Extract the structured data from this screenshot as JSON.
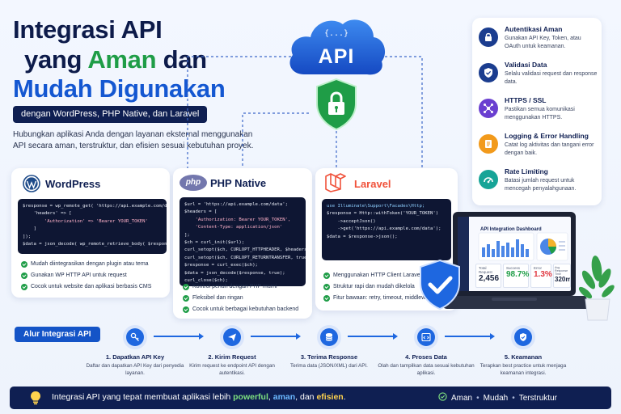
{
  "headline": {
    "line1": "Integrasi API",
    "line2_a": "yang",
    "line2_b": "Aman",
    "line2_c": "dan",
    "line3": "Mudah Digunakan",
    "tagline": "dengan WordPress, PHP Native, dan Laravel",
    "intro": "Hubungkan aplikasi Anda dengan layanan eksternal menggunakan API secara aman, terstruktur, dan efisien sesuai kebutuhan proyek."
  },
  "cloud": {
    "code": "{...}",
    "label": "API"
  },
  "features": [
    {
      "title": "Autentikasi Aman",
      "desc": "Gunakan API Key, Token, atau OAuth untuk keamanan.",
      "icon": "lock-icon"
    },
    {
      "title": "Validasi Data",
      "desc": "Selalu validasi request dan response data.",
      "icon": "shield-check-icon"
    },
    {
      "title": "HTTPS / SSL",
      "desc": "Pastikan semua komunikasi menggunakan HTTPS.",
      "icon": "network-icon"
    },
    {
      "title": "Logging & Error Handling",
      "desc": "Catat log aktivitas dan tangani error dengan baik.",
      "icon": "log-icon"
    },
    {
      "title": "Rate Limiting",
      "desc": "Batasi jumlah request untuk mencegah penyalahgunaan.",
      "icon": "gauge-icon"
    }
  ],
  "wordpress": {
    "title": "WordPress",
    "code": [
      "$response = wp_remote_get( 'https://api.example.com/data', [",
      "    'headers' => [",
      "        'Authorization' => 'Bearer YOUR_TOKEN'",
      "    ]",
      "]);",
      "$data = json_decode( wp_remote_retrieve_body( $response ), true);"
    ],
    "bullets": [
      "Mudah diintegrasikan dengan plugin atau tema",
      "Gunakan WP HTTP API untuk request",
      "Cocok untuk website dan aplikasi berbasis CMS"
    ]
  },
  "php": {
    "logo": "php",
    "title": "PHP Native",
    "code": [
      "$url = 'https://api.example.com/data';",
      "$headers = [",
      "    'Authorization: Bearer YOUR_TOKEN',",
      "    'Content-Type: application/json'",
      "];",
      "$ch = curl_init($url);",
      "curl_setopt($ch, CURLOPT_HTTPHEADER, $headers);",
      "curl_setopt($ch, CURLOPT_RETURNTRANSFER, true);",
      "$response = curl_exec($ch);",
      "$data = json_decode($response, true);",
      "curl_close($ch);"
    ],
    "bullets": [
      "Kontrol penuh dengan PHP murni",
      "Fleksibel dan ringan",
      "Cocok untuk berbagai kebutuhan backend"
    ]
  },
  "laravel": {
    "title": "Laravel",
    "code": [
      "use Illuminate\\Support\\Facades\\Http;",
      "",
      "$response = Http::withToken('YOUR_TOKEN')",
      "    ->acceptJson()",
      "    ->get('https://api.example.com/data');",
      "",
      "$data = $response->json();"
    ],
    "bullets": [
      "Menggunakan HTTP Client Laravel",
      "Struktur rapi dan mudah dikelola",
      "Fitur bawaan: retry, timeout, middleware"
    ]
  },
  "dashboard": {
    "title": "API Integration Dashboard",
    "stats": [
      {
        "label": "Total Request",
        "value": "2,456",
        "color": "#1b2540"
      },
      {
        "label": "Success",
        "value": "98.7%",
        "color": "#1f9d47"
      },
      {
        "label": "Error",
        "value": "1.3%",
        "color": "#e0363e"
      },
      {
        "label": "Avg Response Time",
        "value": "320ms",
        "color": "#1b2540"
      }
    ]
  },
  "flow": {
    "label": "Alur Integrasi API",
    "steps": [
      {
        "title": "1. Dapatkan API Key",
        "desc": "Daftar dan dapatkan API Key dari penyedia layanan.",
        "icon": "key-icon"
      },
      {
        "title": "2. Kirim Request",
        "desc": "Kirim request ke endpoint API dengan autentikasi.",
        "icon": "send-icon"
      },
      {
        "title": "3. Terima Response",
        "desc": "Terima data (JSON/XML) dari API.",
        "icon": "database-icon"
      },
      {
        "title": "4. Proses Data",
        "desc": "Olah dan tampilkan data sesuai kebutuhan aplikasi.",
        "icon": "code-window-icon"
      },
      {
        "title": "5. Keamanan",
        "desc": "Terapkan best practice untuk menjaga keamanan integrasi.",
        "icon": "shield-check-icon"
      }
    ]
  },
  "footer": {
    "text_a": "Integrasi API yang tepat membuat aplikasi lebih",
    "w1": "powerful",
    "sep1": ",",
    "w2": "aman",
    "sep2": ", dan",
    "w3": "efisien",
    "end": ".",
    "right": [
      "Aman",
      "Mudah",
      "Terstruktur"
    ]
  },
  "colors": {
    "navy": "#0f1f52",
    "blue": "#1457d1",
    "green": "#1f9d47"
  }
}
